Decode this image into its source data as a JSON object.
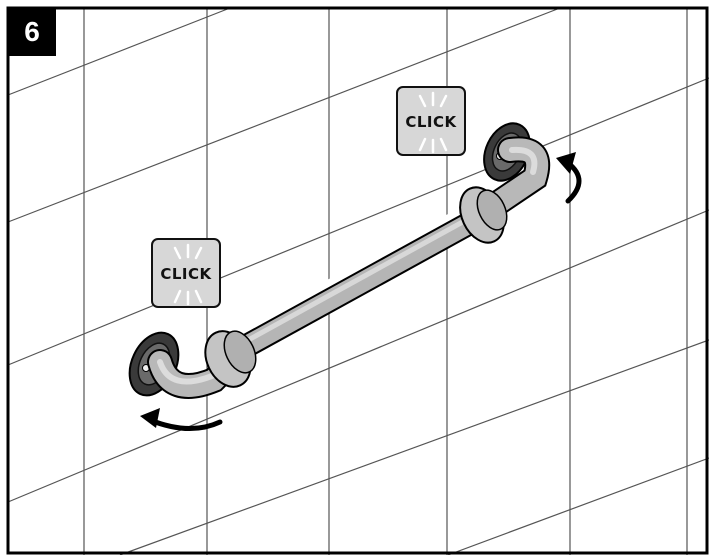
{
  "step": {
    "number": "6"
  },
  "click_labels": {
    "upper": "CLICK",
    "lower": "CLICK"
  }
}
